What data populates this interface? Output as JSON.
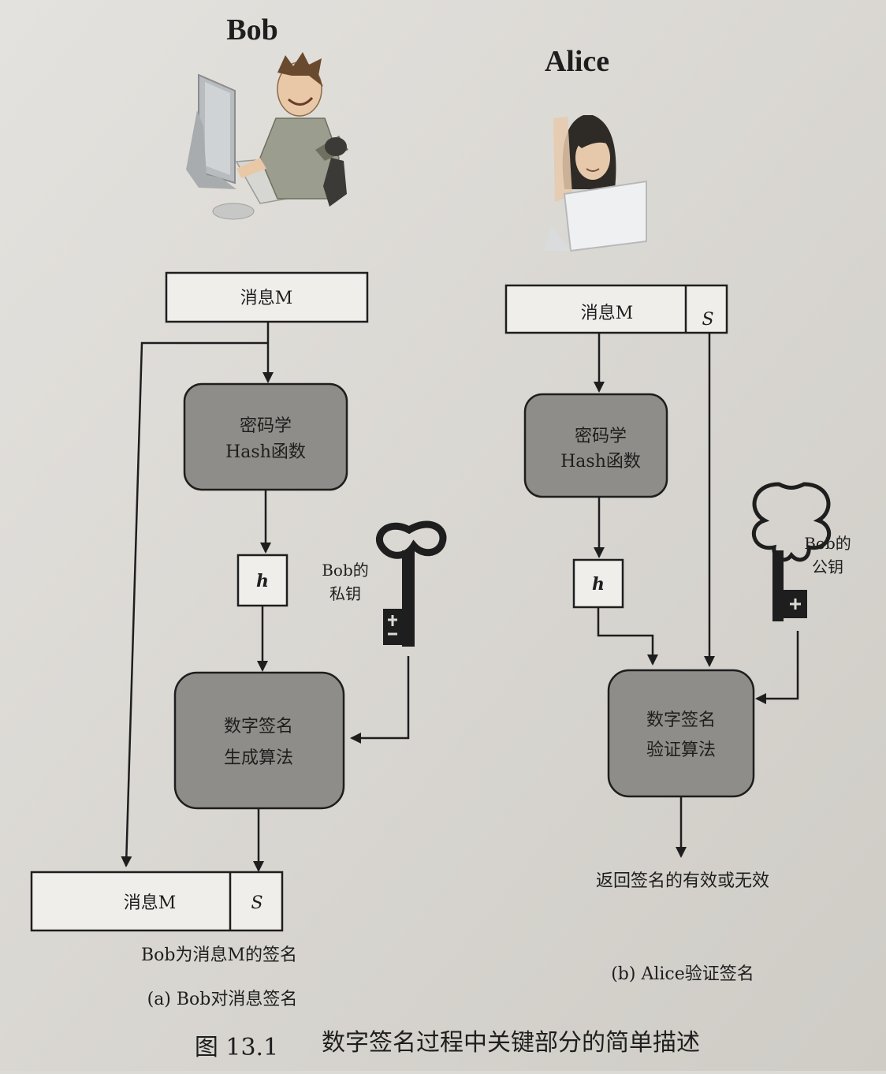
{
  "names": {
    "bob": "Bob",
    "alice": "Alice"
  },
  "left": {
    "message_label": "消息M",
    "hash_line1": "密码学",
    "hash_line2": "Hash函数",
    "h_label": "h",
    "key_line1": "Bob的",
    "key_line2": "私钥",
    "gen_line1": "数字签名",
    "gen_line2": "生成算法",
    "out_message_label": "消息M",
    "out_sig_label": "S",
    "signed_caption": "Bob为消息M的签名",
    "caption": "(a) Bob对消息签名"
  },
  "right": {
    "message_label": "消息M",
    "sig_label": "S",
    "hash_line1": "密码学",
    "hash_line2": "Hash函数",
    "h_label": "h",
    "key_line1": "Bob的",
    "key_line2": "公钥",
    "verify_line1": "数字签名",
    "verify_line2": "验证算法",
    "result": "返回签名的有效或无效",
    "caption": "(b) Alice验证签名"
  },
  "figure_caption": {
    "number": "图 13.1",
    "title": "数字签名过程中关键部分的简单描述"
  },
  "colors": {
    "paper": "#dcdad5",
    "process_fill": "#8f8d89",
    "box_fill": "#efeeeb",
    "ink": "#1e1e1e"
  },
  "icons": [
    "bob-illustration",
    "alice-illustration",
    "private-key-icon",
    "public-key-icon"
  ]
}
